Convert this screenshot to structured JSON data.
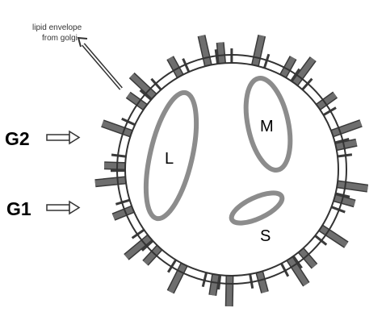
{
  "diagram": {
    "colors": {
      "envelope": "#333333",
      "spike": "#6e6e6e",
      "spike_stroke": "#3a3a3a",
      "segment": "#8c8c8c",
      "text": "#000000"
    },
    "envelope_label": {
      "line1": "lipid envelope",
      "line2": "from golgi"
    },
    "glycoproteins": {
      "g2": "G2",
      "g1": "G1"
    },
    "segments": {
      "large": "L",
      "medium": "M",
      "small": "S"
    }
  }
}
